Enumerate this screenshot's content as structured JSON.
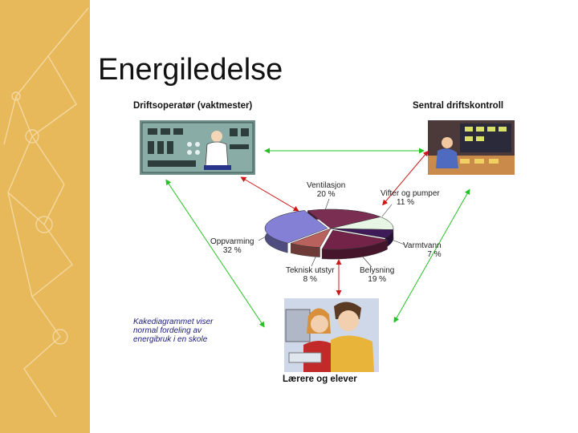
{
  "slide": {
    "title": "Energiledelse"
  },
  "roles": {
    "operator": "Driftsoperatør (vaktmester)",
    "central": "Sentral driftskontroll",
    "people": "Lærere og elever"
  },
  "note": "Kakediagrammet viser normal fordeling av energibruk i en skole",
  "chart_data": {
    "type": "pie",
    "categories": [
      "Ventilasjon",
      "Vifter og pumper",
      "Varmtvann",
      "Belysning",
      "Teknisk utstyr",
      "Oppvarming"
    ],
    "values": [
      20,
      11,
      7,
      19,
      8,
      32
    ],
    "value_labels": [
      "20 %",
      "11 %",
      "7 %",
      "19 %",
      "8 %",
      "32 %"
    ],
    "colors": [
      "#7a2e52",
      "#e7f5e4",
      "#3f1a58",
      "#732348",
      "#b8615d",
      "#8480d6"
    ]
  },
  "colors": {
    "accent": "#e8b95a",
    "arrow_red": "#d01818",
    "arrow_green": "#26c026"
  }
}
